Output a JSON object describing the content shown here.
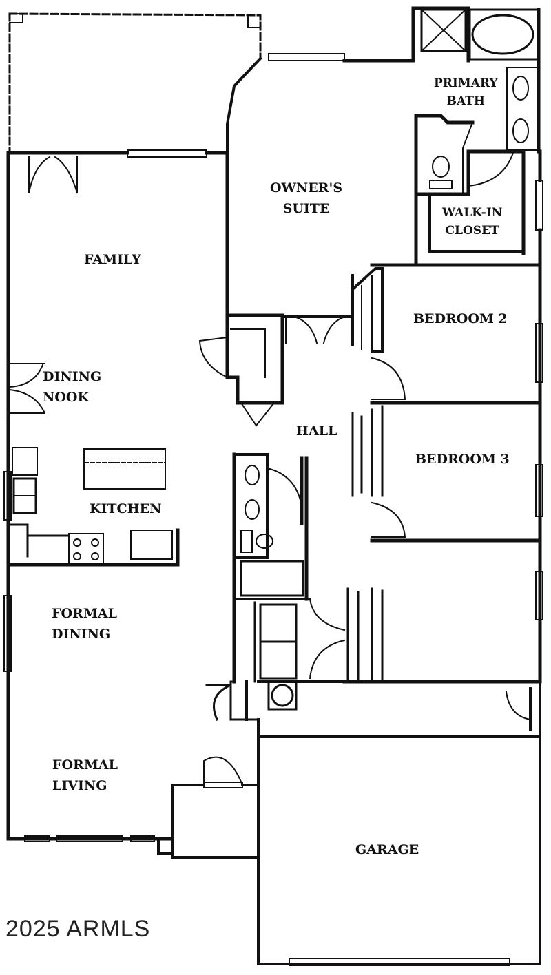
{
  "plan": {
    "copyright": "2025 ARMLS",
    "rooms": [
      {
        "id": "primary-bath",
        "label": "PRIMARY\nBATH"
      },
      {
        "id": "owners-suite",
        "label": "OWNER'S\nSUITE"
      },
      {
        "id": "walk-in-closet",
        "label": "WALK-IN\nCLOSET"
      },
      {
        "id": "family",
        "label": "FAMILY"
      },
      {
        "id": "bedroom-2",
        "label": "BEDROOM 2"
      },
      {
        "id": "dining-nook",
        "label": "DINING\nNOOK"
      },
      {
        "id": "hall",
        "label": "HALL"
      },
      {
        "id": "bedroom-3",
        "label": "BEDROOM 3"
      },
      {
        "id": "kitchen",
        "label": "KITCHEN"
      },
      {
        "id": "formal-dining",
        "label": "FORMAL\nDINING"
      },
      {
        "id": "formal-living",
        "label": "FORMAL\nLIVING"
      },
      {
        "id": "garage",
        "label": "GARAGE"
      }
    ],
    "colors": {
      "wall": "#111111",
      "background": "#ffffff",
      "text": "#111111"
    }
  }
}
